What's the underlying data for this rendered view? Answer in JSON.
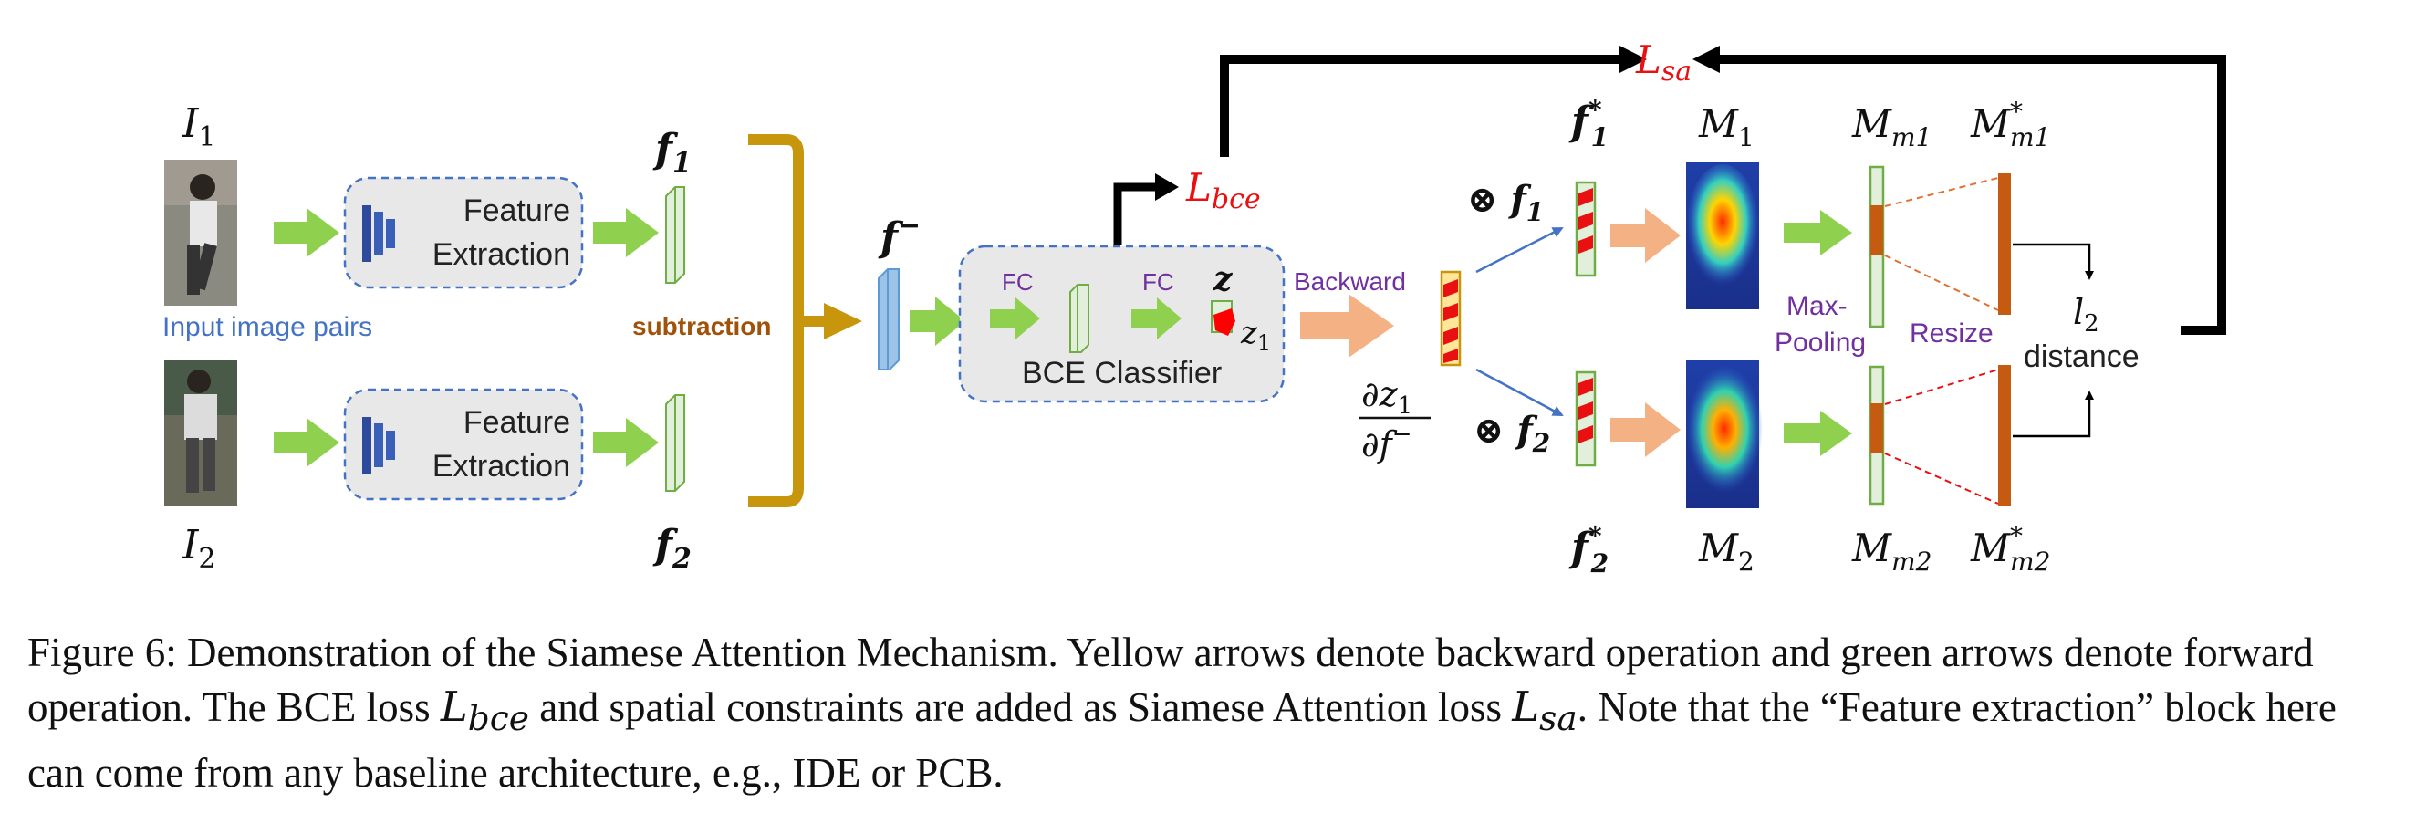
{
  "inputs": {
    "i1": "I",
    "i1_sub": "1",
    "i2": "I",
    "i2_sub": "2",
    "pairs_label": "Input image pairs"
  },
  "extraction": {
    "line1": "Feature",
    "line2": "Extraction"
  },
  "features": {
    "f1": "f",
    "f1_sub": "1",
    "f2": "f",
    "f2_sub": "2",
    "fminus": "f",
    "fminus_sup": "−"
  },
  "subtraction_label": "subtraction",
  "classifier": {
    "fc1": "FC",
    "fc2": "FC",
    "z": "z",
    "z1": "z",
    "z1_sub": "1",
    "title": "BCE Classifier"
  },
  "losses": {
    "bce": "L",
    "bce_sub": "bce",
    "sa": "L",
    "sa_sub": "sa"
  },
  "backward": {
    "label": "Backward",
    "num": "∂z",
    "num_sub": "1",
    "den": "∂f",
    "den_sup": "−"
  },
  "attention": {
    "otimes1": "⊗ f",
    "otimes1_sub": "1",
    "otimes2": "⊗ f",
    "otimes2_sub": "2",
    "fstar1": "f",
    "fstar1_sup": "*",
    "fstar1_sub": "1",
    "fstar2": "f",
    "fstar2_sup": "*",
    "fstar2_sub": "2",
    "m1": "M",
    "m1_sub": "1",
    "m2": "M",
    "m2_sub": "2",
    "mm1": "M",
    "mm1_sub": "m1",
    "mm2": "M",
    "mm2_sub": "m2",
    "mmstar1": "M",
    "mmstar1_sup": "*",
    "mmstar1_sub": "m1",
    "mmstar2": "M",
    "mmstar2_sup": "*",
    "mmstar2_sub": "m2",
    "maxpool1": "Max-",
    "maxpool2": "Pooling",
    "resize": "Resize",
    "l2": "l",
    "l2_sub": "2",
    "distance": "distance"
  },
  "caption": {
    "p1": "Figure 6: Demonstration of the Siamese Attention Mechanism. Yellow arrows denote backward operation and green arrows denote forward operation. The BCE loss ",
    "l1": "L",
    "l1_sub": "bce",
    "p2": " and spatial constraints are added as Siamese Attention loss ",
    "l2": "L",
    "l2_sub": "sa",
    "p3": ". Note that the “Feature extraction” block here can come from any baseline architecture, e.g., IDE or PCB."
  },
  "colors": {
    "green_arrow": "#8fd14f",
    "salmon_arrow": "#f4b183",
    "brace": "#c8960c",
    "loss_red": "#e81010",
    "purple": "#7030a0",
    "blue_text": "#4472c4",
    "orange_map": "#c55a11"
  }
}
